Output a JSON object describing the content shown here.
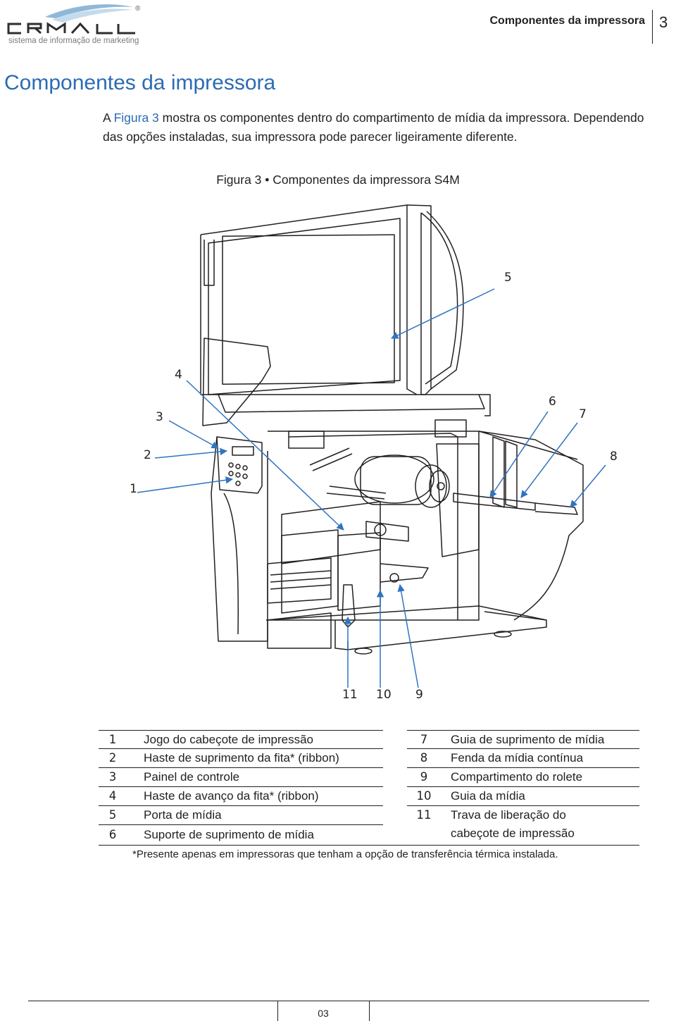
{
  "header": {
    "logo_text": "CRMALL",
    "logo_tagline": "sistema de informação de marketing",
    "registered_mark": "®",
    "running_title": "Componentes da impressora",
    "chapter_number": "3"
  },
  "section": {
    "title": "Componentes da impressora",
    "intro_prefix": "A ",
    "intro_ref": "Figura 3",
    "intro_rest": " mostra os componentes dentro do compartimento de mídia da impressora. Dependendo das opções instaladas, sua impressora pode parecer ligeiramente diferente."
  },
  "figure": {
    "caption": "Figura 3 • Componentes da impressora S4M",
    "callouts": [
      "1",
      "2",
      "3",
      "4",
      "5",
      "6",
      "7",
      "8",
      "9",
      "10",
      "11"
    ]
  },
  "legend": {
    "left": [
      {
        "num": "1",
        "text": "Jogo do cabeçote de impressão"
      },
      {
        "num": "2",
        "text": "Haste de suprimento da fita* (ribbon)"
      },
      {
        "num": "3",
        "text": "Painel de controle"
      },
      {
        "num": "4",
        "text": "Haste de avanço da fita* (ribbon)"
      },
      {
        "num": "5",
        "text": "Porta de mídia"
      },
      {
        "num": "6",
        "text": "Suporte de suprimento de mídia"
      }
    ],
    "right": [
      {
        "num": "7",
        "text": "Guia de suprimento de mídia"
      },
      {
        "num": "8",
        "text": "Fenda da mídia contínua"
      },
      {
        "num": "9",
        "text": "Compartimento do rolete"
      },
      {
        "num": "10",
        "text": "Guia da mídia"
      },
      {
        "num": "11",
        "text": "Trava de liberação do",
        "text2": "cabeçote de impressão"
      }
    ],
    "footnote": "*Presente apenas em impressoras que tenham a opção de transferência térmica instalada."
  },
  "footer": {
    "page_number": "03"
  },
  "colors": {
    "accent_blue": "#2b6bb3",
    "text": "#231f20",
    "callout_arrow": "#2f74c0"
  }
}
